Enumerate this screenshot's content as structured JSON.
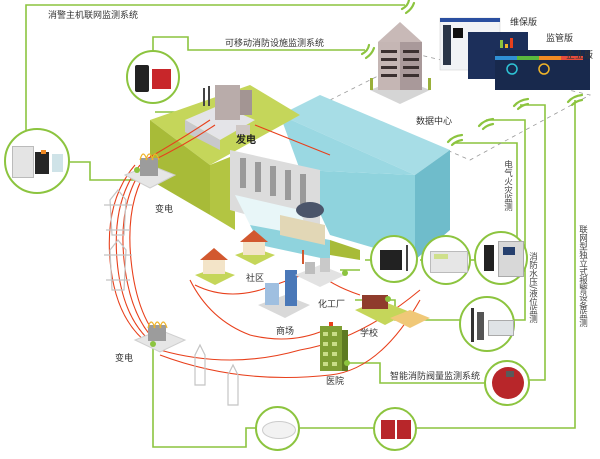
{
  "title": "智慧消防物联网监控系统示意图",
  "colors": {
    "link_green": "#8cc43f",
    "power_red": "#e8401c",
    "water": "#8fd3dd",
    "water_dark": "#6fbccb",
    "grass": "#c5d65a",
    "grass_dark": "#a8bb38",
    "dam": "#d8d8d8",
    "screen_dark": "#1c2f5a",
    "device_red": "#b8262a"
  },
  "systems": {
    "alarm_host": "消警主机联网监测系统",
    "mobile_facility": "可移动消防设施监测系统",
    "electrical_fire": "电气火灾监测",
    "water_pressure": "消防水压/液位监测",
    "standalone_alarm": "联网型独立式报警设备监测",
    "valve_monitor": "智能消防阀量监测系统"
  },
  "platform": {
    "data_center": "数据中心",
    "versions": [
      "维保版",
      "监管版",
      "企业版"
    ]
  },
  "sites": {
    "power_gen": "发电",
    "substation_top": "变电",
    "substation_bottom": "变电",
    "community": "社区",
    "chem_plant": "化工厂",
    "mall": "商场",
    "school": "学校",
    "hospital": "医院"
  },
  "icons": {
    "wifi": "wifi-signal-icon",
    "building": "office-building-icon",
    "dam": "hydro-dam-icon",
    "tower": "power-tower-icon",
    "smoke_detector": "smoke-detector-icon",
    "manual_alarm": "manual-call-point-icon",
    "valve_sensor": "valve-sensor-icon",
    "pressure_sensor": "pressure-sensor-icon",
    "meter": "electric-meter-icon",
    "cabinet": "control-cabinet-icon",
    "phone": "mobile-phone-icon",
    "gateway": "gateway-icon"
  }
}
